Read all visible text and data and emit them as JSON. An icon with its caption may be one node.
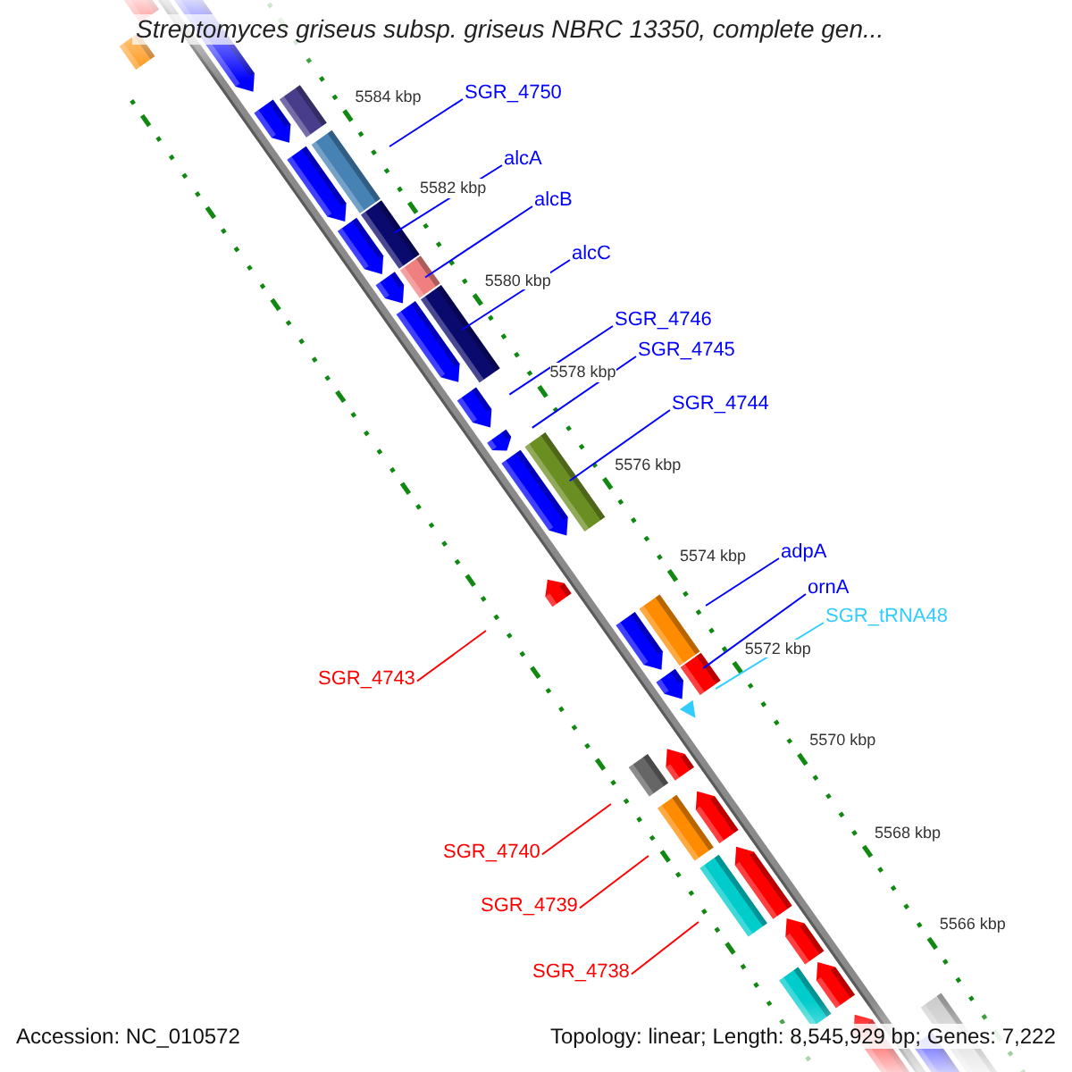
{
  "diagram": {
    "title": "Streptomyces griseus subsp. griseus NBRC 13350, complete gen...",
    "nodes": [
      {
        "text": [
          "SGR_4750"
        ]
      },
      {
        "text": [
          "alcA"
        ]
      },
      {
        "text": [
          "alcB"
        ]
      },
      {
        "text": [
          "alcC"
        ]
      },
      {
        "text": [
          "SGR_4746"
        ]
      },
      {
        "text": [
          "SGR_4745"
        ]
      },
      {
        "text": [
          "SGR_4744"
        ]
      },
      {
        "text": [
          "adpA"
        ]
      },
      {
        "text": [
          "ornA"
        ]
      },
      {
        "text": [
          "SGR_tRNA48"
        ]
      },
      {
        "text": [
          "SGR_4743"
        ]
      },
      {
        "text": [
          "SGR_4740"
        ]
      },
      {
        "text": [
          "SGR_4739"
        ]
      },
      {
        "text": [
          "SGR_4738"
        ]
      }
    ],
    "edges": [
      {
        "from": 0,
        "to": null,
        "arrow": "none"
      },
      {
        "from": 1,
        "to": null,
        "arrow": "none"
      },
      {
        "from": 2,
        "to": null,
        "arrow": "none"
      },
      {
        "from": 3,
        "to": null,
        "arrow": "none"
      },
      {
        "from": 4,
        "to": null,
        "arrow": "none"
      },
      {
        "from": 5,
        "to": null,
        "arrow": "none"
      },
      {
        "from": 6,
        "to": null,
        "arrow": "none"
      },
      {
        "from": 7,
        "to": null,
        "arrow": "none"
      },
      {
        "from": 8,
        "to": null,
        "arrow": "none"
      },
      {
        "from": 9,
        "to": null,
        "arrow": "none",
        "color": "#33ccff"
      },
      {
        "from": 10,
        "to": null,
        "arrow": "none",
        "color": "#ff0000"
      },
      {
        "from": 11,
        "to": null,
        "arrow": "none",
        "color": "#ff0000"
      },
      {
        "from": 12,
        "to": null,
        "arrow": "none",
        "color": "#ff0000"
      },
      {
        "from": 13,
        "to": null,
        "arrow": "none",
        "color": "#ff0000"
      }
    ],
    "labels": [
      "5584 kbp",
      "5582 kbp",
      "5580 kbp",
      "5578 kbp",
      "5576 kbp",
      "5574 kbp",
      "5572 kbp",
      "5570 kbp",
      "5568 kbp",
      "5566 kbp",
      "Accession: NC_010572",
      "Topology: linear; Length: 8,545,929 bp; Genes: 7,222"
    ]
  }
}
